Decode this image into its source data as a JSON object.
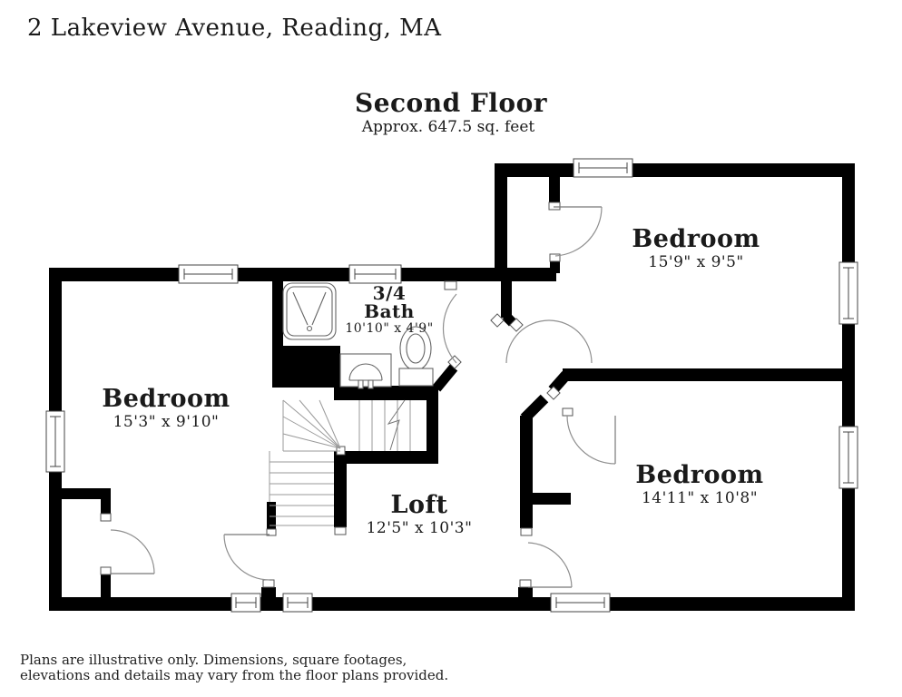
{
  "header": {
    "address": "2 Lakeview Avenue, Reading, MA"
  },
  "plan": {
    "title": "Second Floor",
    "area": "Approx. 647.5 sq. feet"
  },
  "rooms": {
    "bedroom_top_right": {
      "name": "Bedroom",
      "dims": "15'9\" x 9'5\""
    },
    "bedroom_left": {
      "name": "Bedroom",
      "dims": "15'3\" x 9'10\""
    },
    "bedroom_bottom_right": {
      "name": "Bedroom",
      "dims": "14'11\" x 10'8\""
    },
    "bath": {
      "line1": "3/4",
      "line2": "Bath",
      "dims": "10'10\" x 4'9\""
    },
    "loft": {
      "name": "Loft",
      "dims": "12'5\" x 10'3\""
    }
  },
  "footer": {
    "line1": "Plans are illustrative only. Dimensions, square footages,",
    "line2": "elevations and details may vary from the floor plans provided."
  },
  "colors": {
    "wall": "#000000",
    "thin_line": "#8f8f8f",
    "text": "#1a1a1a",
    "background": "#ffffff"
  }
}
